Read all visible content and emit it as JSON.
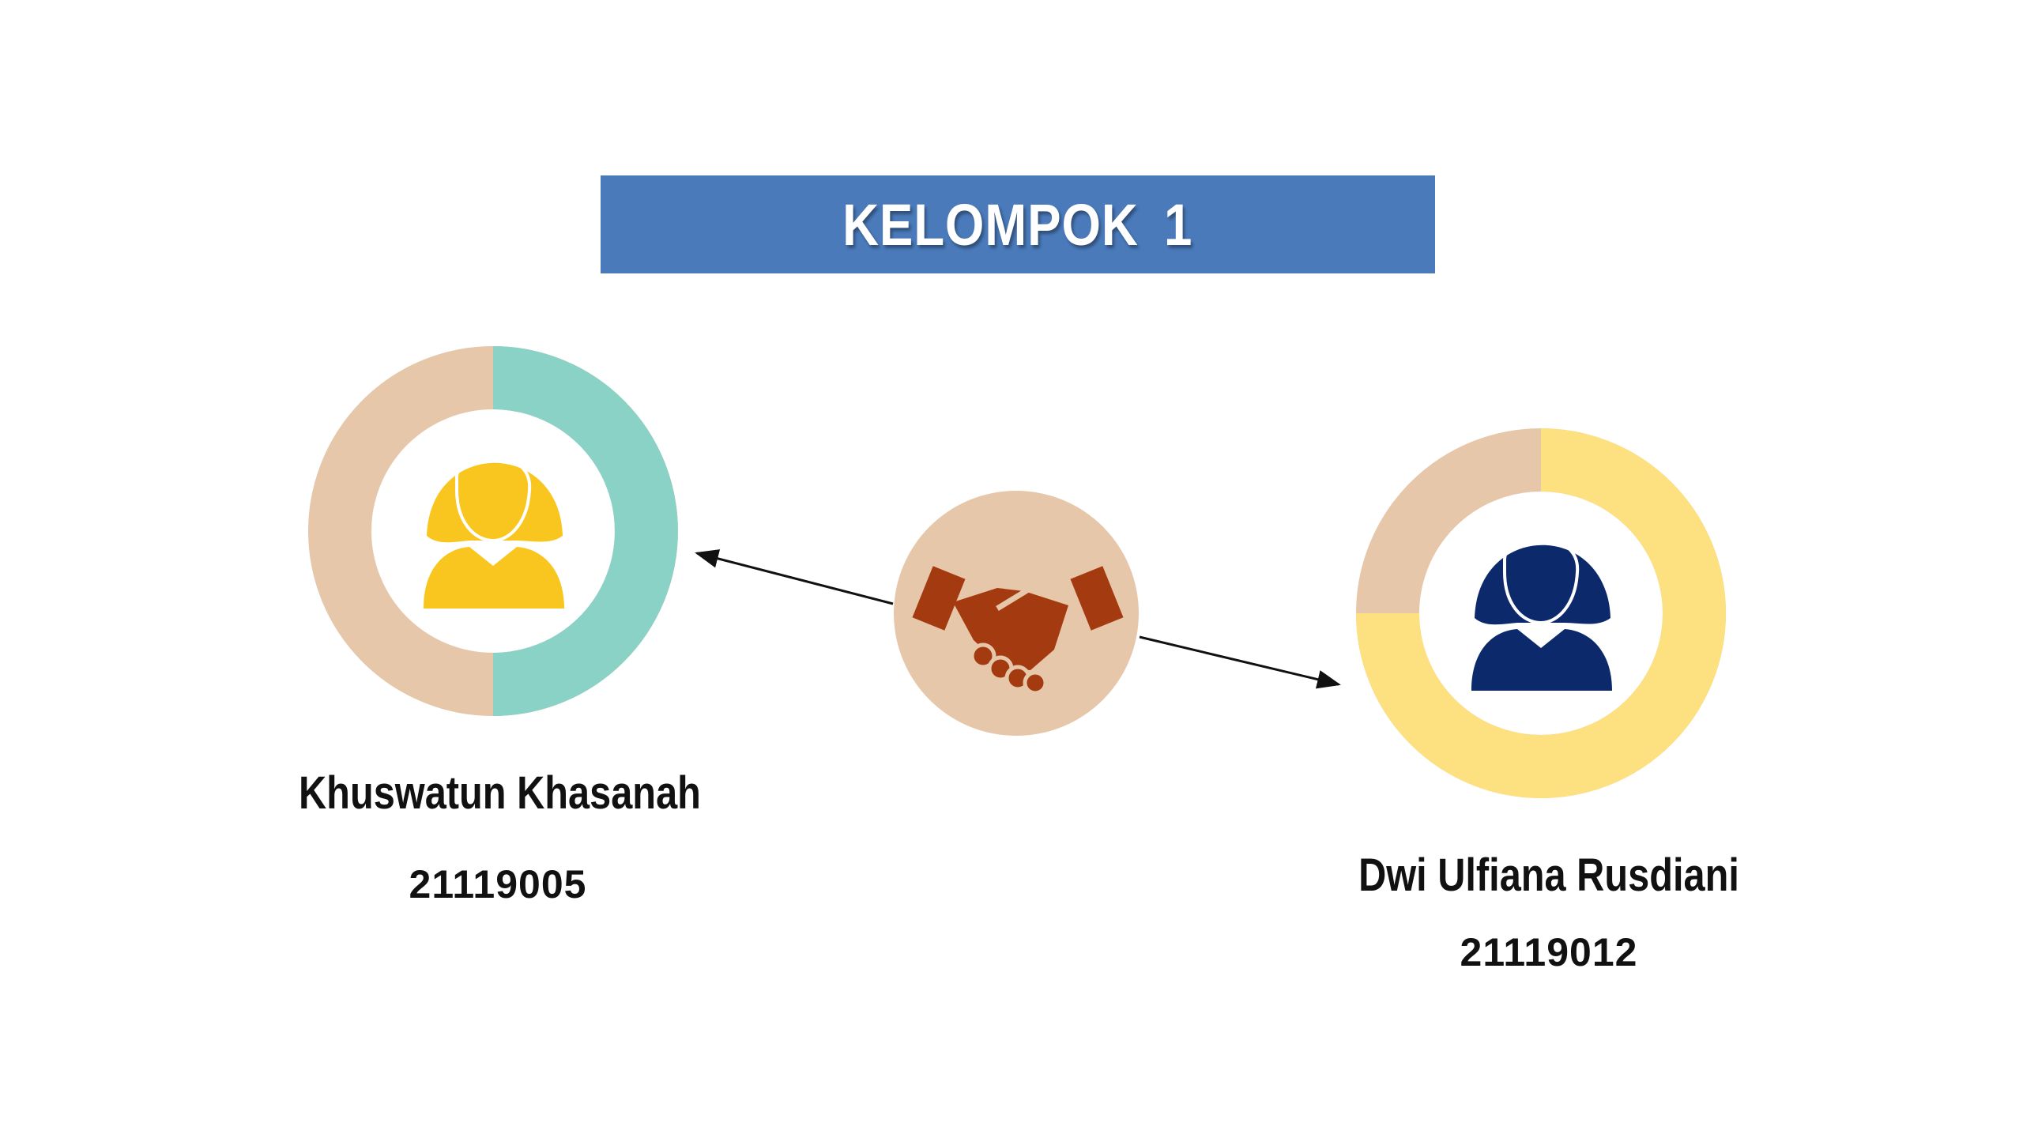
{
  "title": "KELOMPOK  1",
  "members": [
    {
      "name": "Khuswatun Khasanah",
      "nim": "21119005",
      "icon": "woman-icon",
      "color": "#f9c51f",
      "ring_color": "#89d2c5"
    },
    {
      "name": "Dwi Ulfiana Rusdiani",
      "nim": "21119012",
      "icon": "woman-icon",
      "color": "#0c2a6b",
      "ring_color": "#fde07f"
    }
  ],
  "center": {
    "icon": "handshake-icon",
    "color": "#a43b10",
    "bg_color": "#e7c7aa"
  },
  "colors": {
    "banner": "#4a7aba",
    "ring_base": "#e7c7aa"
  }
}
